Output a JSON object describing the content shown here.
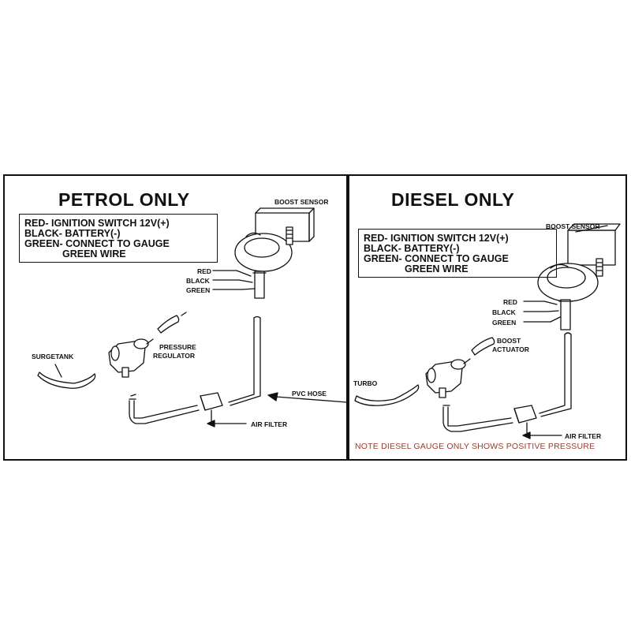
{
  "petrol": {
    "title": "PETROL ONLY",
    "info_lines": [
      "RED- IGNITION SWITCH 12V(+)",
      "BLACK- BATTERY(-)",
      "GREEN- CONNECT TO GAUGE",
      "GREEN WIRE"
    ],
    "labels": {
      "boost_sensor": "BOOST SENSOR",
      "red": "RED",
      "black": "BLACK",
      "green": "GREEN",
      "surgetank": "SURGETANK",
      "pressure": "PRESSURE",
      "regulator": "REGULATOR",
      "pvc_hose": "PVC HOSE",
      "air_filter": "AIR FILTER"
    }
  },
  "diesel": {
    "title": "DIESEL ONLY",
    "info_lines": [
      "RED- IGNITION SWITCH 12V(+)",
      "BLACK- BATTERY(-)",
      "GREEN- CONNECT TO GAUGE",
      "GREEN WIRE"
    ],
    "labels": {
      "boost_sensor": "BOOST SENSOR",
      "red": "RED",
      "black": "BLACK",
      "green": "GREEN",
      "boost": "BOOST",
      "actuator": "ACTUATOR",
      "turbo": "TURBO",
      "air_filter": "AIR FILTER"
    },
    "note": "NOTE  DIESEL GAUGE ONLY SHOWS POSITIVE PRESSURE"
  },
  "colors": {
    "line": "#111111",
    "note": "#9a3b2e",
    "background": "#ffffff"
  }
}
